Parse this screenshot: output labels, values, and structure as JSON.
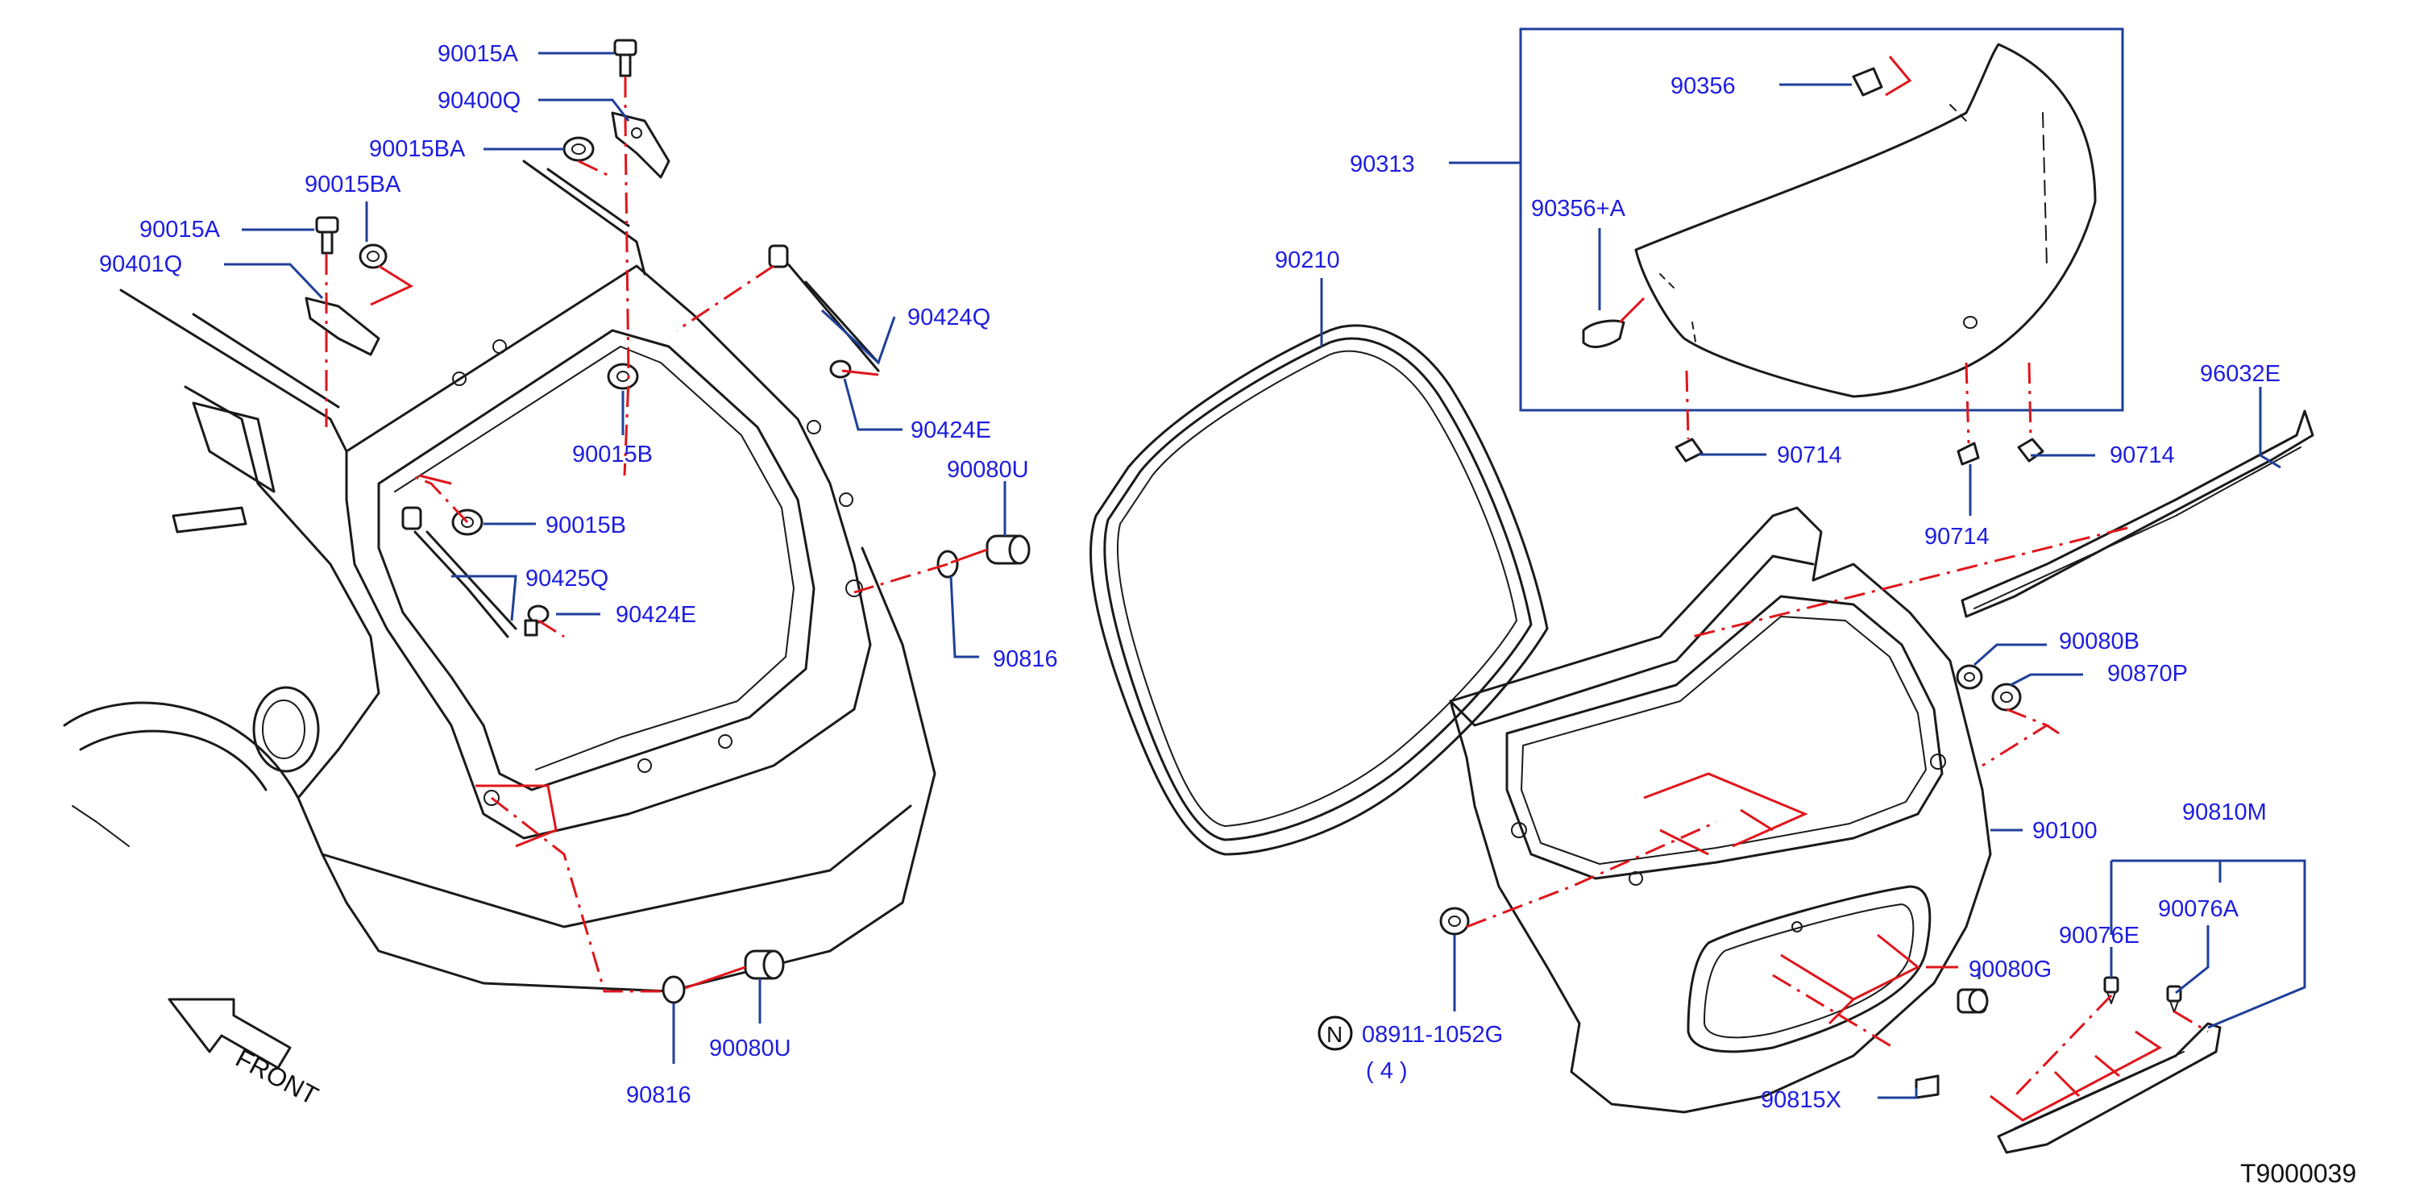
{
  "callouts": {
    "c_90015A_top": "90015A",
    "c_90400Q": "90400Q",
    "c_90015BA_top": "90015BA",
    "c_90015BA_left": "90015BA",
    "c_90015A_left": "90015A",
    "c_90401Q": "90401Q",
    "c_90424Q": "90424Q",
    "c_90424E_right": "90424E",
    "c_90015B_mid": "90015B",
    "c_90015B_low": "90015B",
    "c_90425Q": "90425Q",
    "c_90424E_left": "90424E",
    "c_90080U_top": "90080U",
    "c_90816_right": "90816",
    "c_90816_bottom": "90816",
    "c_90080U_bottom": "90080U",
    "c_90356": "90356",
    "c_90313": "90313",
    "c_90356A": "90356+A",
    "c_90210": "90210",
    "c_90714_left": "90714",
    "c_90714_mid": "90714",
    "c_90714_right": "90714",
    "c_96032E": "96032E",
    "c_90080B": "90080B",
    "c_90870P": "90870P",
    "c_90100": "90100",
    "c_90810M": "90810M",
    "c_90076E": "90076E",
    "c_90076A": "90076A",
    "c_90080G": "90080G",
    "c_08911": "08911-1052G",
    "c_08911_qty": "( 4 )",
    "c_90815X": "90815X"
  },
  "nut_symbol": "N",
  "front_label": "FRONT",
  "reference_code": "T9000039",
  "colors": {
    "callout_text": "#1d1de0",
    "leader_lines": "#1f3f9a",
    "alignment_lines": "#e0151b",
    "part_outline": "#1a1a1a",
    "background": "#ffffff"
  }
}
